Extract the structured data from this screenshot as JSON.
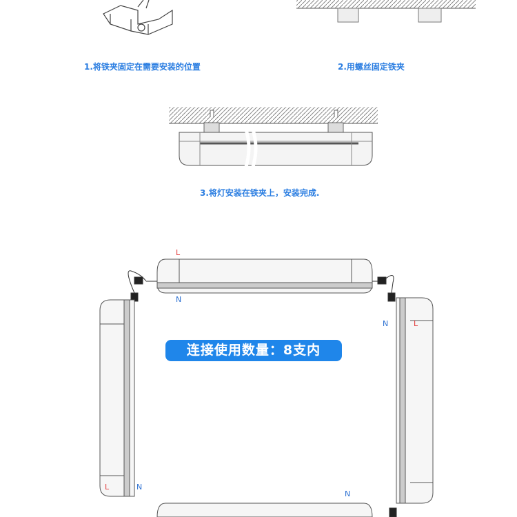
{
  "steps": [
    {
      "caption": "1.将铁夹固定在需要安装的位置"
    },
    {
      "caption": "2.用螺丝固定铁夹"
    },
    {
      "caption": "3.将灯安装在铁夹上，安装完成."
    }
  ],
  "wiring": {
    "badge": "连接使用数量：8支内",
    "live_label": "L",
    "neutral_label": "N",
    "colors": {
      "badge": "#1f86ea",
      "live": "#e23b3b",
      "neutral": "#2a6fd1"
    }
  }
}
